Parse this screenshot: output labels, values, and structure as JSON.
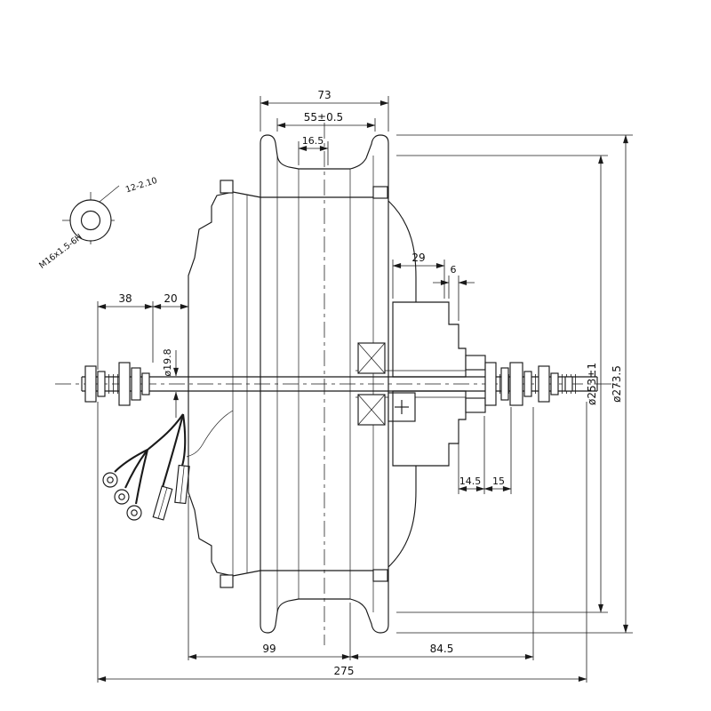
{
  "dimensions": {
    "top_overall": "73",
    "rim_width": "55±0.5",
    "rim_half": "16.5",
    "freewheel_width": "29",
    "freewheel_step": "6",
    "left_axle_outer": "38",
    "left_axle_inner": "20",
    "axle_diameter": "ø19.8",
    "inner_diameter": "ø253±1",
    "outer_diameter": "ø273.5",
    "right_step_a": "14.5",
    "right_step_b": "15",
    "bottom_left": "99",
    "bottom_right": "84.5",
    "overall_length": "275"
  },
  "detail": {
    "hole_callout": "12-2.10",
    "thread_callout": "M16x1.5-6H"
  }
}
